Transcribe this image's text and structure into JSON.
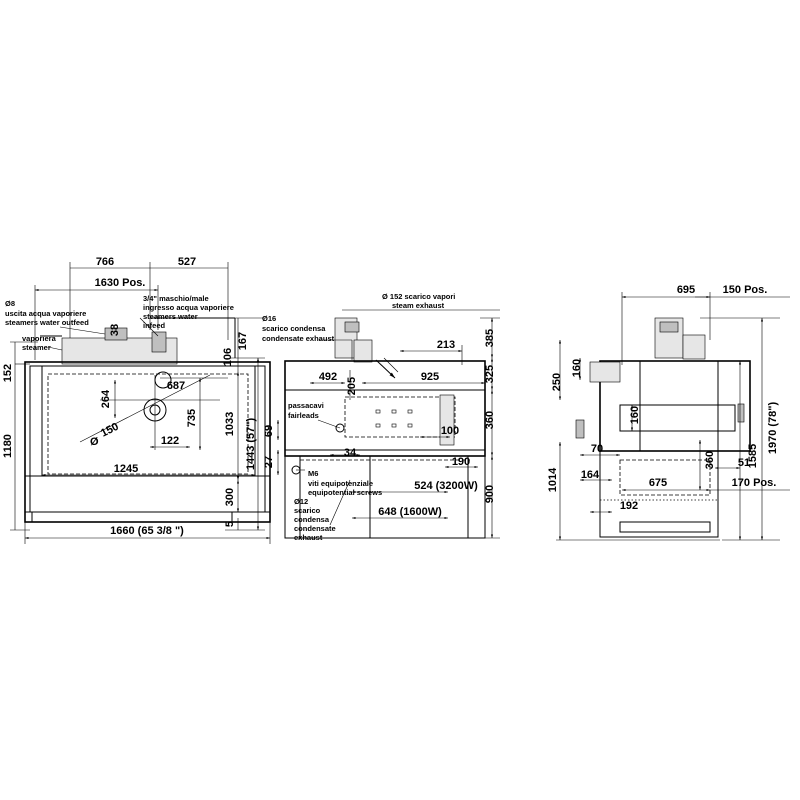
{
  "front_view": {
    "dims": {
      "d766": "766",
      "d527": "527",
      "d1630": "1630 Pos.",
      "d38": "38",
      "d152": "152",
      "d106": "106",
      "d167": "167",
      "d1180": "1180",
      "d264": "264",
      "d687": "687",
      "d735": "735",
      "d1033": "1033",
      "d1443": "1443 (57\")",
      "d122": "122",
      "d1245": "1245",
      "d300": "300",
      "d5": "5",
      "d1660": "1660 (65 3/8 \")"
    },
    "diameter_150": "150",
    "notes": {
      "outlet_dia": "Ø8",
      "outlet_it": "uscita acqua vaporiere",
      "outlet_en": "steamers water outfeed",
      "inlet_1": "3/4\" maschio/male",
      "inlet_2": "ingresso acqua vaporiere",
      "inlet_3": "steamers water",
      "inlet_4": "infeed",
      "steamer_it": "vaporiera",
      "steamer_en": "steamer"
    }
  },
  "side_view": {
    "dims": {
      "d213": "213",
      "d385": "385",
      "d492": "492",
      "d205": "205",
      "d925": "925",
      "d325": "325",
      "d69": "69",
      "d360": "360",
      "d100": "100",
      "d27": "27",
      "d34": "34",
      "d190": "190",
      "d524": "524 (3200W)",
      "d900": "900",
      "d648": "648 (1600W)"
    },
    "notes": {
      "exhaust_1": "Ø 152 scarico vapori",
      "exhaust_2": "steam exhaust",
      "cond16_dia": "Ø16",
      "cond16_it": "scarico condensa",
      "cond16_en": "condensate exhaust",
      "fair_it": "passacavi",
      "fair_en": "fairleads",
      "m6": "M6",
      "equi_it": "viti equipotenziale",
      "equi_en": "equipotential screws",
      "cond12_dia": "Ø12",
      "cond12_1": "scarico",
      "cond12_2": "condensa",
      "cond12_3": "condensate",
      "cond12_4": "exhaust"
    }
  },
  "right_view": {
    "dims": {
      "d695": "695",
      "d150pos": "150 Pos.",
      "d250": "250",
      "d160a": "160",
      "d160b": "160",
      "d70": "70",
      "d360": "360",
      "d1014": "1014",
      "d164": "164",
      "d675": "675",
      "d51": "51",
      "d170pos": "170 Pos.",
      "d192": "192",
      "d1585": "1585",
      "d1970": "1970 (78\")"
    }
  }
}
